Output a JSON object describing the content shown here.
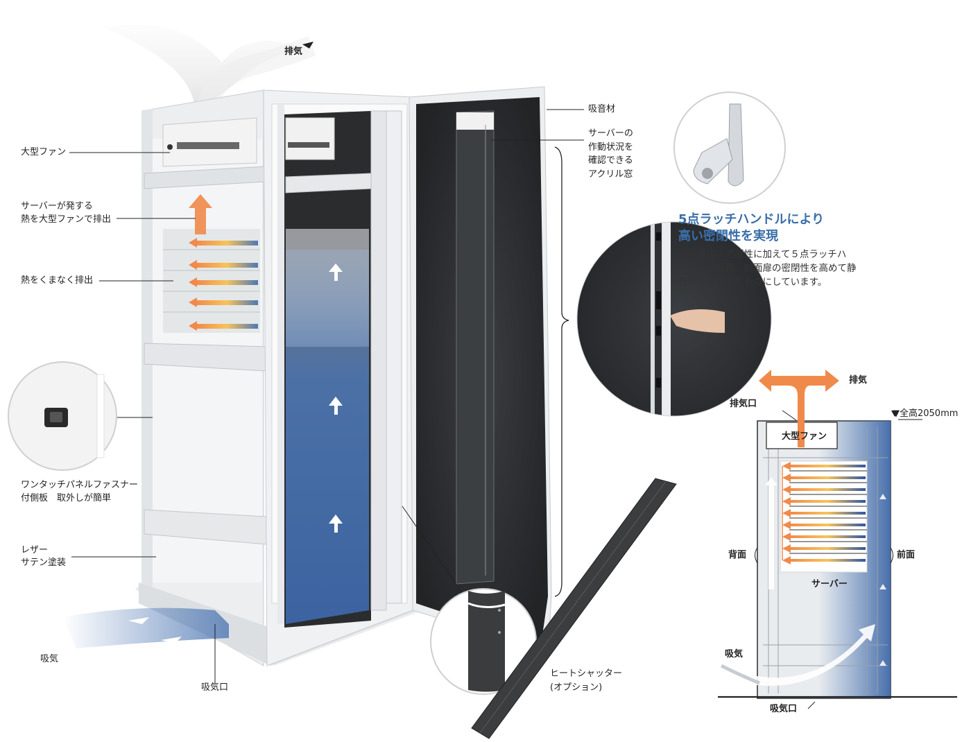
{
  "labels": {
    "exhaust_top": "排気",
    "sound_absorber": "吸音材",
    "acrylic_window": "サーバーの\n作動状況を\n確認できる\nアクリル窓",
    "large_fan": "大型ファン",
    "server_heat": "サーバーが発する\n熱を大型ファンで排出",
    "exhaust_evenly": "熱をくまなく排出",
    "panel_fastener": "ワンタッチパネルファスナー\n付側板　取外しが簡単",
    "leather_satin": "レザー\nサテン塗装",
    "intake": "吸気",
    "intake_port": "吸気口",
    "heat_shutter": "ヒートシャッター\n(オプション)"
  },
  "feature": {
    "title": "5点ラッチハンドルにより\n高い密閉性を実現",
    "description": "筐体自体の遮蔽性に加えて５点ラッチハ\nンドルを採用。前面扉の密閉性を高めて静\n音性能を確かなものにしています。"
  },
  "airflow_diagram": {
    "exhaust": "排気",
    "exhaust_port": "排気口",
    "total_height": "▼全高2050mm",
    "large_fan": "大型ファン",
    "rear": "背面",
    "front": "前面",
    "server": "サーバー",
    "intake": "吸気",
    "intake_port": "吸気口"
  },
  "colors": {
    "accent_blue": "#3a6ea8",
    "airflow_blue": "#4f78b4",
    "heat_orange": "#f08a4b",
    "foam": "#2c2e30",
    "rack_white": "#e9ecef"
  }
}
